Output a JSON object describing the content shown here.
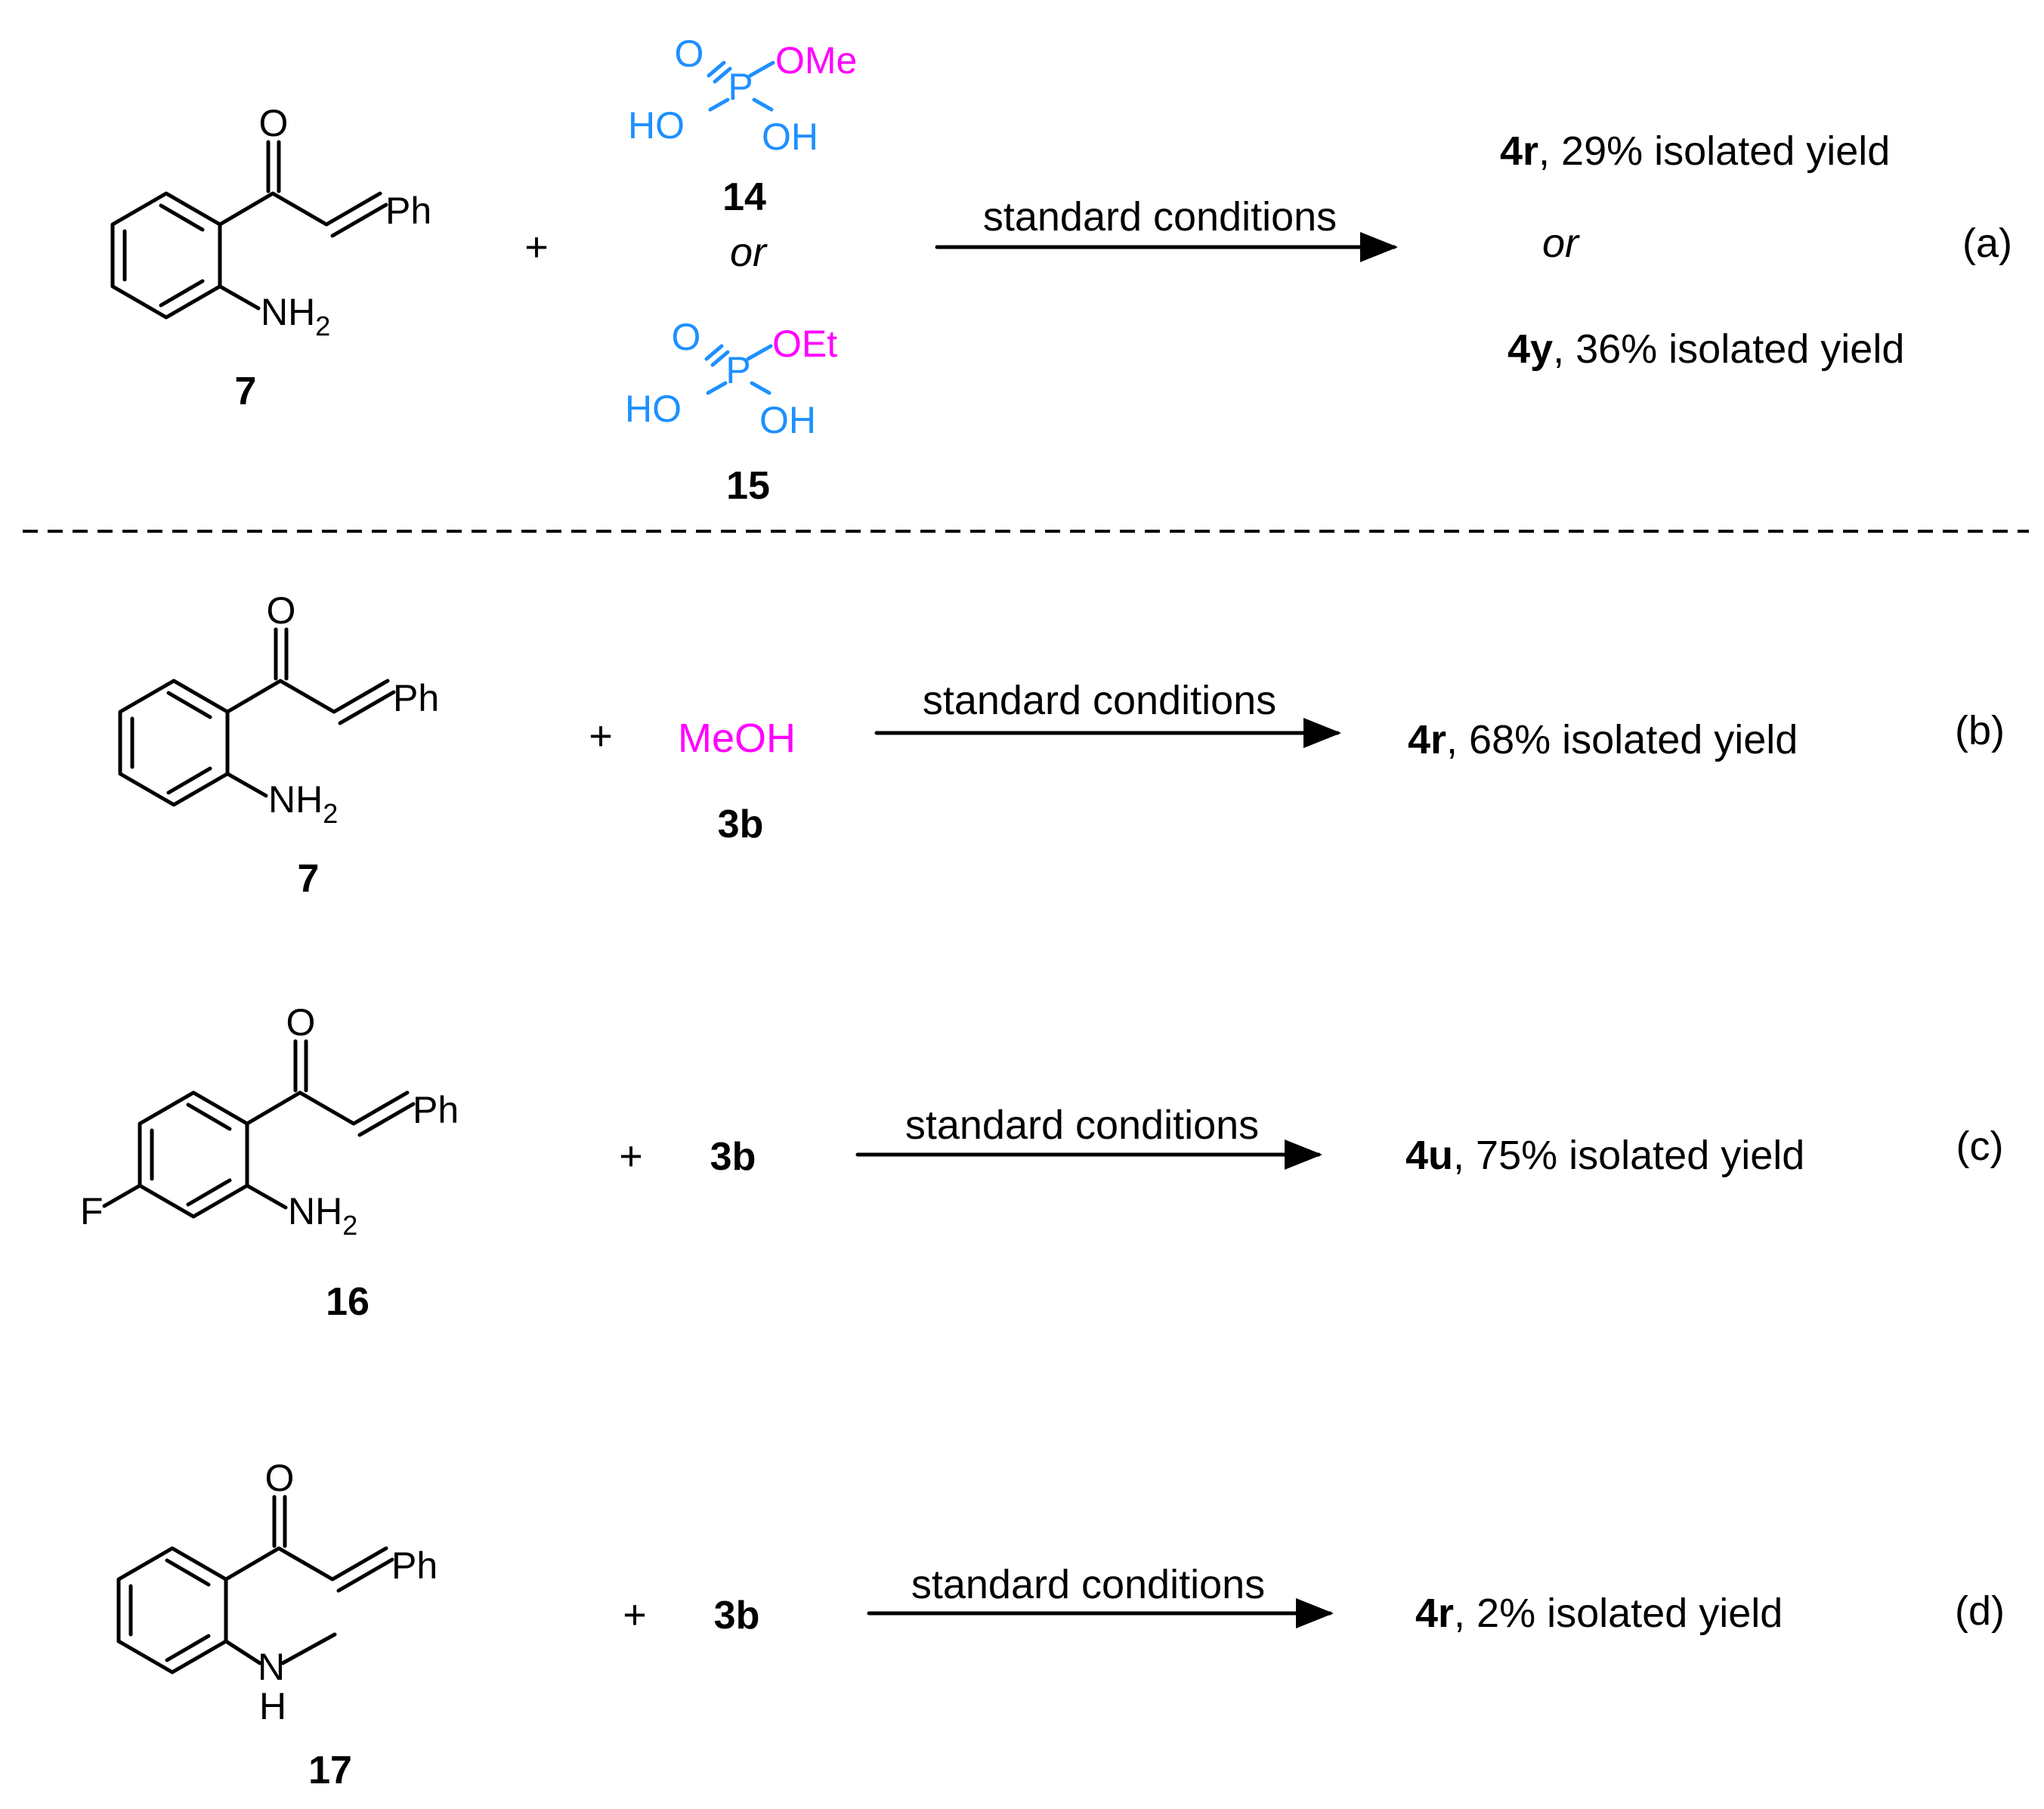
{
  "colors": {
    "black": "#000000",
    "blue": "#1e90ff",
    "magenta": "#ff00ff"
  },
  "atoms": {
    "O": "O",
    "Ph": "Ph",
    "NH": "NH",
    "two": "2",
    "N": "N",
    "H": "H",
    "F": "F",
    "P": "P",
    "HO": "HO",
    "OH": "OH",
    "OMe": "OMe",
    "OEt": "OEt",
    "MeOH": "MeOH"
  },
  "compounds": {
    "c7": "7",
    "c14": "14",
    "c15": "15",
    "c3b": "3b",
    "c16": "16",
    "c17": "17"
  },
  "plus": "+",
  "or": "or",
  "conditions": "standard conditions",
  "reactions": {
    "a": {
      "label": "(a)",
      "prod1_id": "4r",
      "prod1_text": ", 29% isolated yield",
      "prod2_id": "4y",
      "prod2_text": ", 36% isolated yield"
    },
    "b": {
      "label": "(b)",
      "prod_id": "4r",
      "prod_text": ", 68% isolated yield"
    },
    "c": {
      "label": "(c)",
      "prod_id": "4u",
      "prod_text": ", 75% isolated yield"
    },
    "d": {
      "label": "(d)",
      "prod_id": "4r",
      "prod_text": ", 2% isolated yield"
    }
  }
}
